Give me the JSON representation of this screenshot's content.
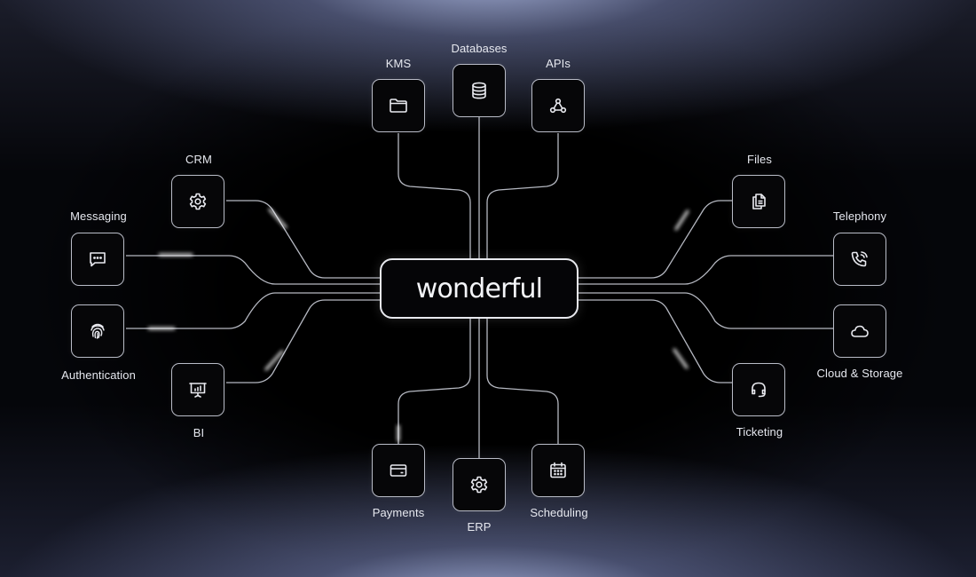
{
  "hub": {
    "title": "wonderful"
  },
  "nodes": {
    "kms": {
      "label": "KMS",
      "icon": "folder-icon"
    },
    "databases": {
      "label": "Databases",
      "icon": "database-icon"
    },
    "apis": {
      "label": "APIs",
      "icon": "webhook-icon"
    },
    "crm": {
      "label": "CRM",
      "icon": "gear-icon"
    },
    "messaging": {
      "label": "Messaging",
      "icon": "chat-bubble-icon"
    },
    "authentication": {
      "label": "Authentication",
      "icon": "fingerprint-icon"
    },
    "bi": {
      "label": "BI",
      "icon": "presentation-chart-icon"
    },
    "files": {
      "label": "Files",
      "icon": "documents-icon"
    },
    "telephony": {
      "label": "Telephony",
      "icon": "phone-call-icon"
    },
    "cloud_storage": {
      "label": "Cloud & Storage",
      "icon": "cloud-icon"
    },
    "ticketing": {
      "label": "Ticketing",
      "icon": "headset-icon"
    },
    "payments": {
      "label": "Payments",
      "icon": "credit-card-icon"
    },
    "erp": {
      "label": "ERP",
      "icon": "gear-icon"
    },
    "scheduling": {
      "label": "Scheduling",
      "icon": "calendar-icon"
    }
  },
  "colors": {
    "background": "#05060a",
    "glow": "#a8b4dc",
    "line": "#c9ccd6",
    "node_border": "#b9bcc7"
  }
}
